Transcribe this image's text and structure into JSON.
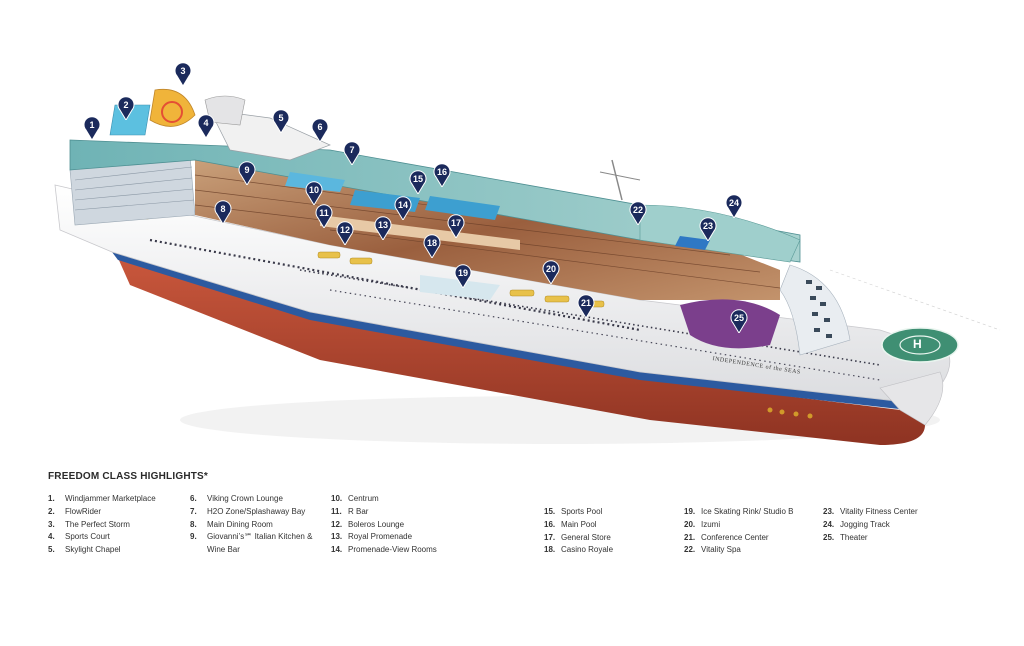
{
  "ship": {
    "hull_name": "INDEPENDENCE of the SEAS",
    "helipad_letter": "H",
    "markers": [
      "1",
      "2",
      "3",
      "4",
      "5",
      "6",
      "7",
      "8",
      "9",
      "10",
      "11",
      "12",
      "13",
      "14",
      "15",
      "16",
      "17",
      "18",
      "19",
      "20",
      "21",
      "22",
      "23",
      "24",
      "25"
    ]
  },
  "legend": {
    "title": "FREEDOM CLASS HIGHLIGHTS*",
    "columns": [
      [
        {
          "num": "1.",
          "text": "Windjammer Marketplace"
        },
        {
          "num": "2.",
          "text": "FlowRider"
        },
        {
          "num": "3.",
          "text": "The Perfect Storm"
        },
        {
          "num": "4.",
          "text": "Sports Court"
        },
        {
          "num": "5.",
          "text": "Skylight Chapel"
        }
      ],
      [
        {
          "num": "6.",
          "text": "Viking Crown Lounge"
        },
        {
          "num": "7.",
          "text": "H2O Zone/Splashaway Bay"
        },
        {
          "num": "8.",
          "text": "Main Dining Room"
        },
        {
          "num": "9.",
          "text": "Giovanni’s℠ Italian Kitchen & Wine Bar"
        }
      ],
      [
        {
          "num": "10.",
          "text": "Centrum"
        },
        {
          "num": "11.",
          "text": "R Bar"
        },
        {
          "num": "12.",
          "text": "Boleros Lounge"
        },
        {
          "num": "13.",
          "text": "Royal Promenade"
        },
        {
          "num": "14.",
          "text": "Promenade-View Rooms"
        }
      ],
      [
        {
          "num": "15.",
          "text": "Sports Pool"
        },
        {
          "num": "16.",
          "text": "Main Pool"
        },
        {
          "num": "17.",
          "text": "General Store"
        },
        {
          "num": "18.",
          "text": "Casino Royale"
        }
      ],
      [
        {
          "num": "19.",
          "text": "Ice Skating Rink/ Studio B"
        },
        {
          "num": "20.",
          "text": "Izumi"
        },
        {
          "num": "21.",
          "text": "Conference Center"
        },
        {
          "num": "22.",
          "text": "Vitality Spa"
        }
      ],
      [
        {
          "num": "23.",
          "text": "Vitality Fitness Center"
        },
        {
          "num": "24.",
          "text": "Jogging Track"
        },
        {
          "num": "25.",
          "text": "Theater"
        }
      ]
    ]
  },
  "colors": {
    "marker": "#1b2a5c",
    "hull_red": "#b5442e",
    "hull_white": "#f4f4f4",
    "stripe_blue": "#2c5aa0"
  }
}
